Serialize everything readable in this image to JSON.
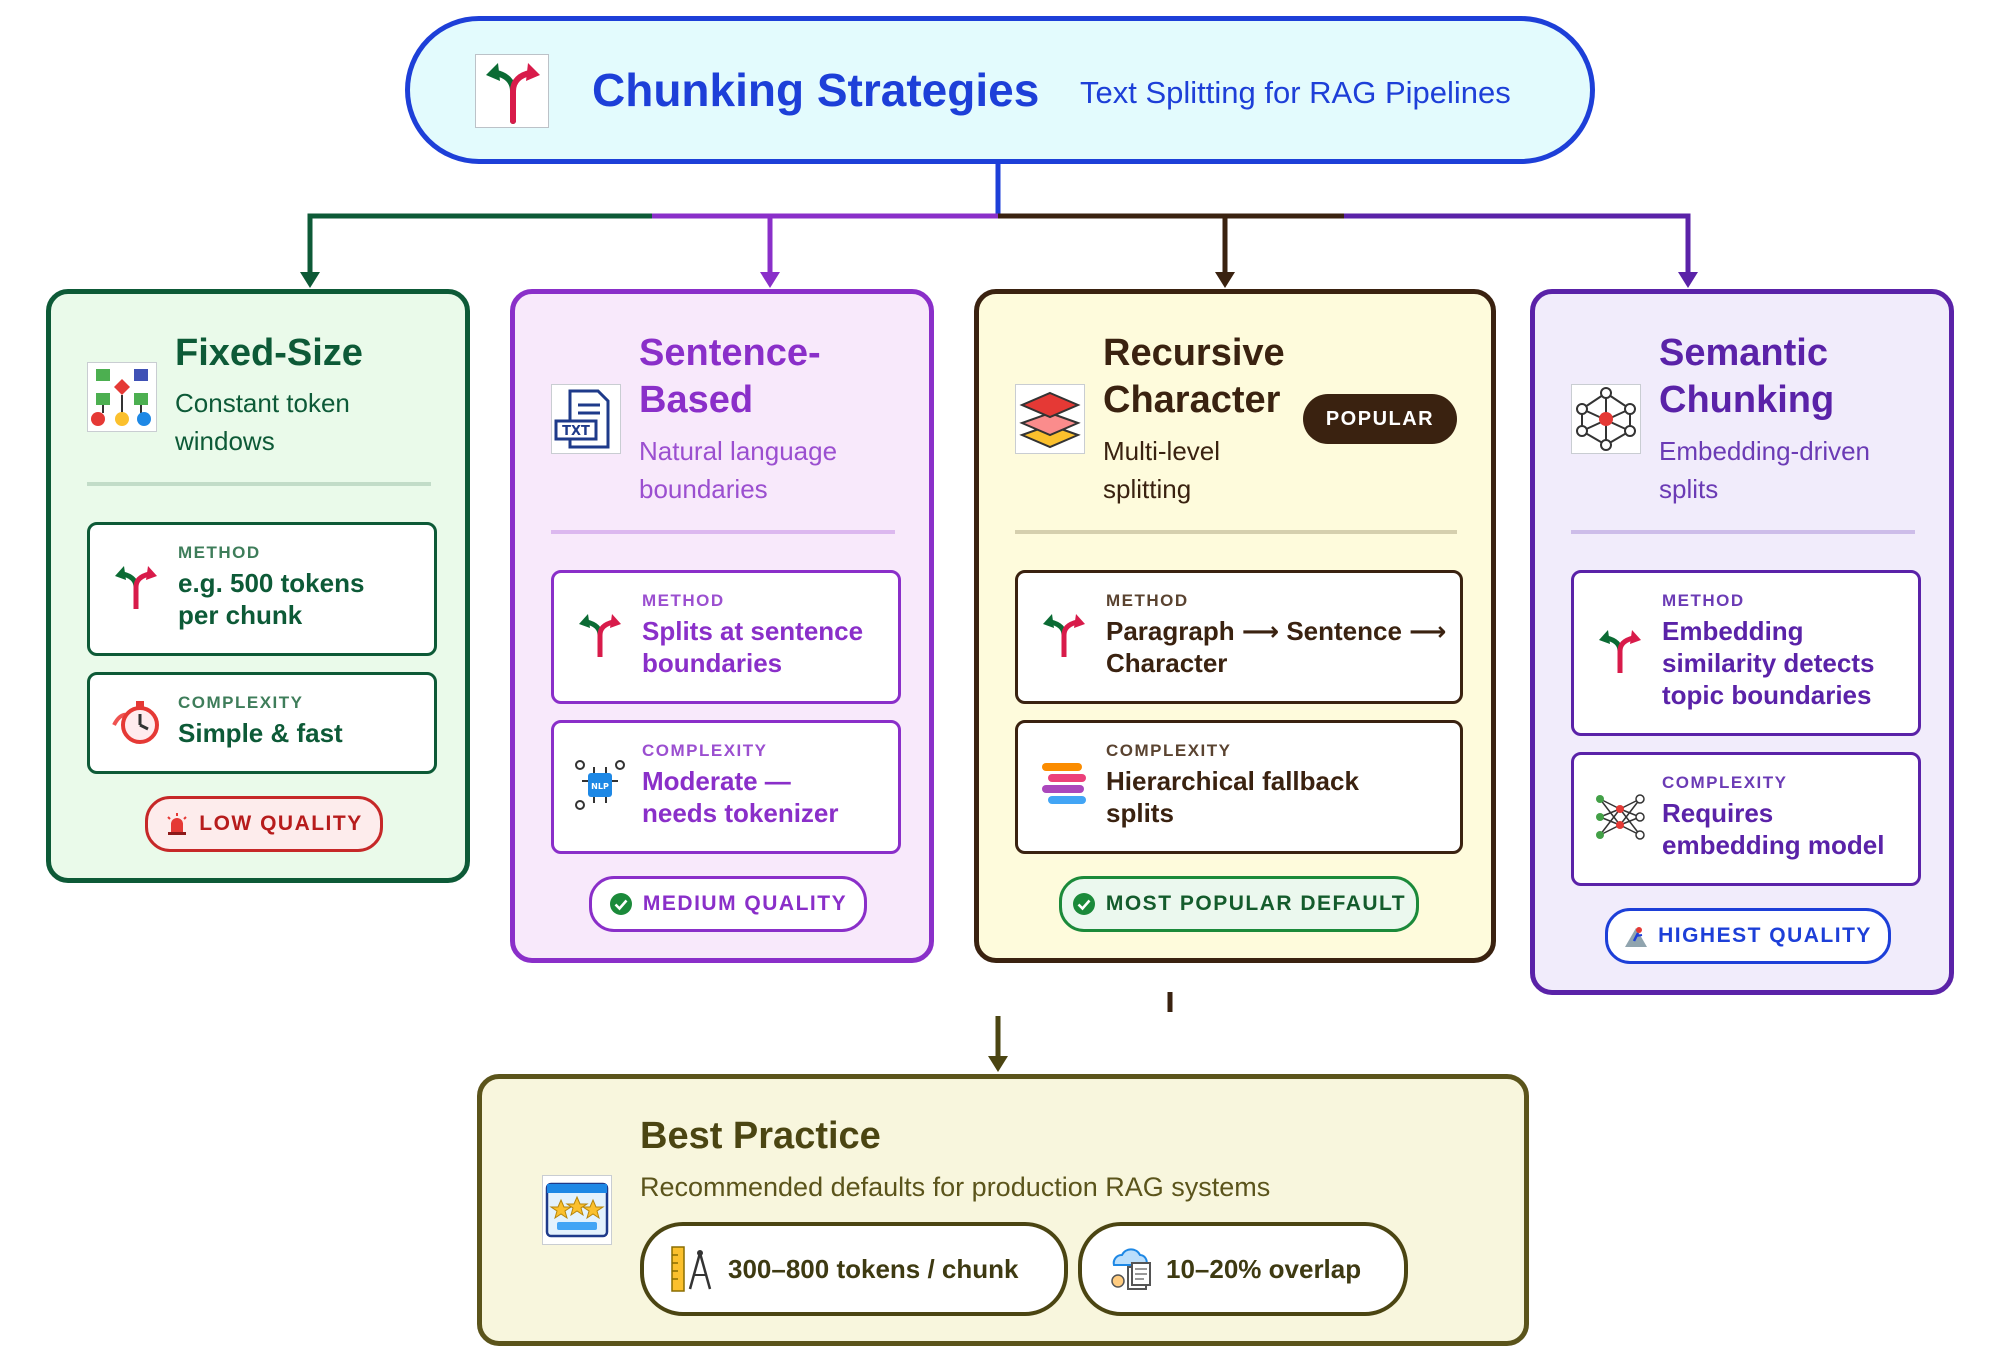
{
  "header": {
    "title": "Chunking Strategies",
    "subtitle": "Text Splitting for RAG Pipelines",
    "icon": "split-arrow-icon",
    "color": "#1d3fd8"
  },
  "strategies": [
    {
      "title_lines": [
        "Fixed-Size"
      ],
      "subtitle_lines": [
        "Constant token",
        "windows"
      ],
      "icon": "flowchart-icon",
      "method_label": "METHOD",
      "method_lines": [
        "e.g. 500 tokens",
        "per chunk"
      ],
      "complexity_label": "COMPLEXITY",
      "complexity_lines": [
        "Simple & fast"
      ],
      "quality": "LOW QUALITY",
      "color": "#0d5a37"
    },
    {
      "title_lines": [
        "Sentence-",
        "Based"
      ],
      "subtitle_lines": [
        "Natural language",
        "boundaries"
      ],
      "icon": "txt-file-icon",
      "method_label": "METHOD",
      "method_lines": [
        "Splits at sentence",
        "boundaries"
      ],
      "complexity_label": "COMPLEXITY",
      "complexity_lines": [
        "Moderate —",
        "needs tokenizer"
      ],
      "quality": "MEDIUM QUALITY",
      "color": "#8a2fc9"
    },
    {
      "title_lines": [
        "Recursive",
        "Character"
      ],
      "subtitle_lines": [
        "Multi-level",
        "splitting"
      ],
      "icon": "layers-icon",
      "badge": "POPULAR",
      "method_label": "METHOD",
      "method_lines": [
        "Paragraph ⟶ Sentence ⟶",
        "Character"
      ],
      "complexity_label": "COMPLEXITY",
      "complexity_lines": [
        "Hierarchical fallback",
        "splits"
      ],
      "quality": "MOST POPULAR DEFAULT",
      "color": "#3a2210"
    },
    {
      "title_lines": [
        "Semantic",
        "Chunking"
      ],
      "subtitle_lines": [
        "Embedding-driven",
        "splits"
      ],
      "icon": "neural-network-icon",
      "method_label": "METHOD",
      "method_lines": [
        "Embedding",
        "similarity detects",
        "topic boundaries"
      ],
      "complexity_label": "COMPLEXITY",
      "complexity_lines": [
        "Requires",
        "embedding model"
      ],
      "quality": "HIGHEST QUALITY",
      "color": "#5a22a8"
    }
  ],
  "best_practice": {
    "title": "Best Practice",
    "subtitle": "Recommended defaults for production RAG systems",
    "icon": "rating-stars-icon",
    "chips": [
      {
        "label": "300–800 tokens / chunk",
        "icon": "ruler-compass-icon"
      },
      {
        "label": "10–20% overlap",
        "icon": "cloud-documents-icon"
      }
    ],
    "color": "#5b541b"
  },
  "connector_colors": [
    "#0d5a37",
    "#8a2fc9",
    "#3a2210",
    "#5a22a8",
    "#1d3fd8",
    "#4b4512"
  ]
}
